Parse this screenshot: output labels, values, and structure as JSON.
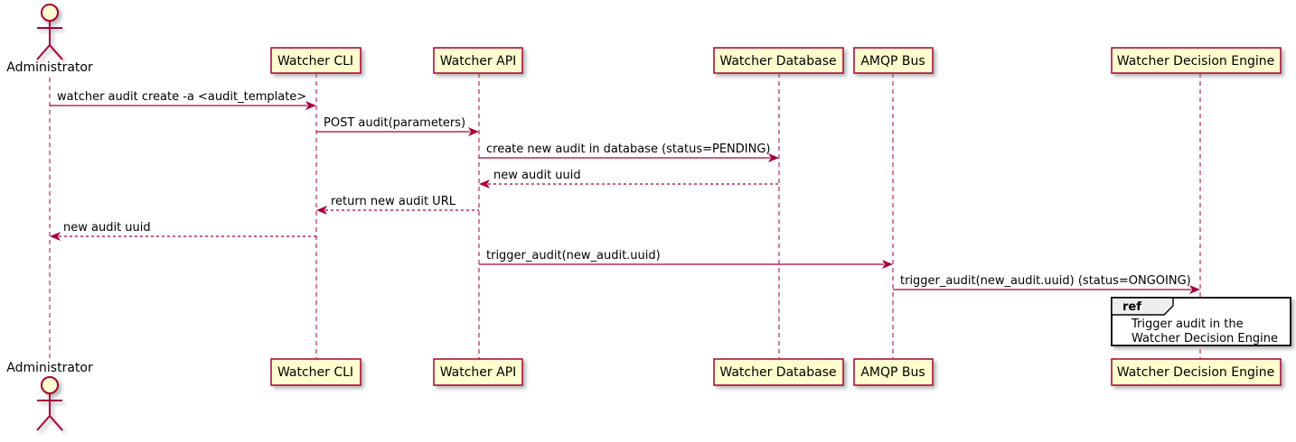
{
  "diagram": {
    "type": "sequence-diagram",
    "actor": {
      "label": "Administrator"
    },
    "participants": [
      {
        "label": "Watcher CLI"
      },
      {
        "label": "Watcher API"
      },
      {
        "label": "Watcher Database"
      },
      {
        "label": "AMQP Bus"
      },
      {
        "label": "Watcher Decision Engine"
      }
    ],
    "messages": [
      {
        "from": "Administrator",
        "to": "Watcher CLI",
        "label": "watcher audit create -a <audit_template>",
        "line": "solid"
      },
      {
        "from": "Watcher CLI",
        "to": "Watcher API",
        "label": "POST audit(parameters)",
        "line": "solid"
      },
      {
        "from": "Watcher API",
        "to": "Watcher Database",
        "label": "create new audit in database (status=PENDING)",
        "line": "solid"
      },
      {
        "from": "Watcher Database",
        "to": "Watcher API",
        "label": "new audit uuid",
        "line": "dashed"
      },
      {
        "from": "Watcher API",
        "to": "Watcher CLI",
        "label": "return new audit URL",
        "line": "dashed"
      },
      {
        "from": "Watcher CLI",
        "to": "Administrator",
        "label": "new audit uuid",
        "line": "dashed"
      },
      {
        "from": "Watcher API",
        "to": "AMQP Bus",
        "label": "trigger_audit(new_audit.uuid)",
        "line": "solid"
      },
      {
        "from": "AMQP Bus",
        "to": "Watcher Decision Engine",
        "label": "trigger_audit(new_audit.uuid) (status=ONGOING)",
        "line": "solid"
      }
    ],
    "ref": {
      "keyword": "ref",
      "over": "Watcher Decision Engine",
      "lines": [
        "Trigger audit in the",
        "Watcher Decision Engine"
      ]
    },
    "colors": {
      "participant_fill": "#FEFECE",
      "stroke": "#A80036",
      "text": "#000000",
      "ref_fill": "#FFFFFF",
      "ref_header_fill": "#EEEEEE",
      "ref_stroke": "#000000",
      "background": "#FFFFFF"
    }
  }
}
